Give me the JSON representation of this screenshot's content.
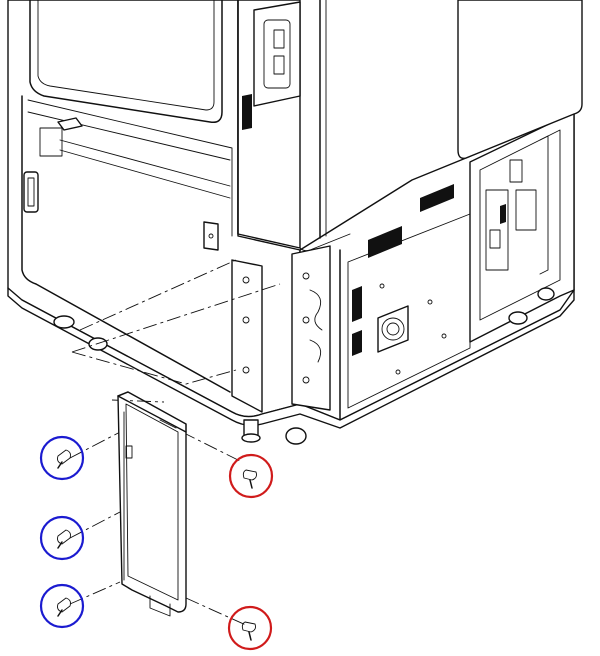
{
  "figure": {
    "callouts": [
      {
        "id": "screw-left-1",
        "color": "#1b1bd0"
      },
      {
        "id": "screw-left-2",
        "color": "#1b1bd0"
      },
      {
        "id": "screw-left-3",
        "color": "#1b1bd0"
      },
      {
        "id": "screw-right-1",
        "color": "#d01b1b"
      },
      {
        "id": "screw-right-2",
        "color": "#d01b1b"
      }
    ],
    "colors": {
      "line": "#111111",
      "background": "#ffffff",
      "blue_callout": "#1b1bd0",
      "red_callout": "#d01b1b"
    },
    "icons": [
      "screw-icon",
      "cover-panel-icon",
      "machine-base-icon"
    ]
  }
}
